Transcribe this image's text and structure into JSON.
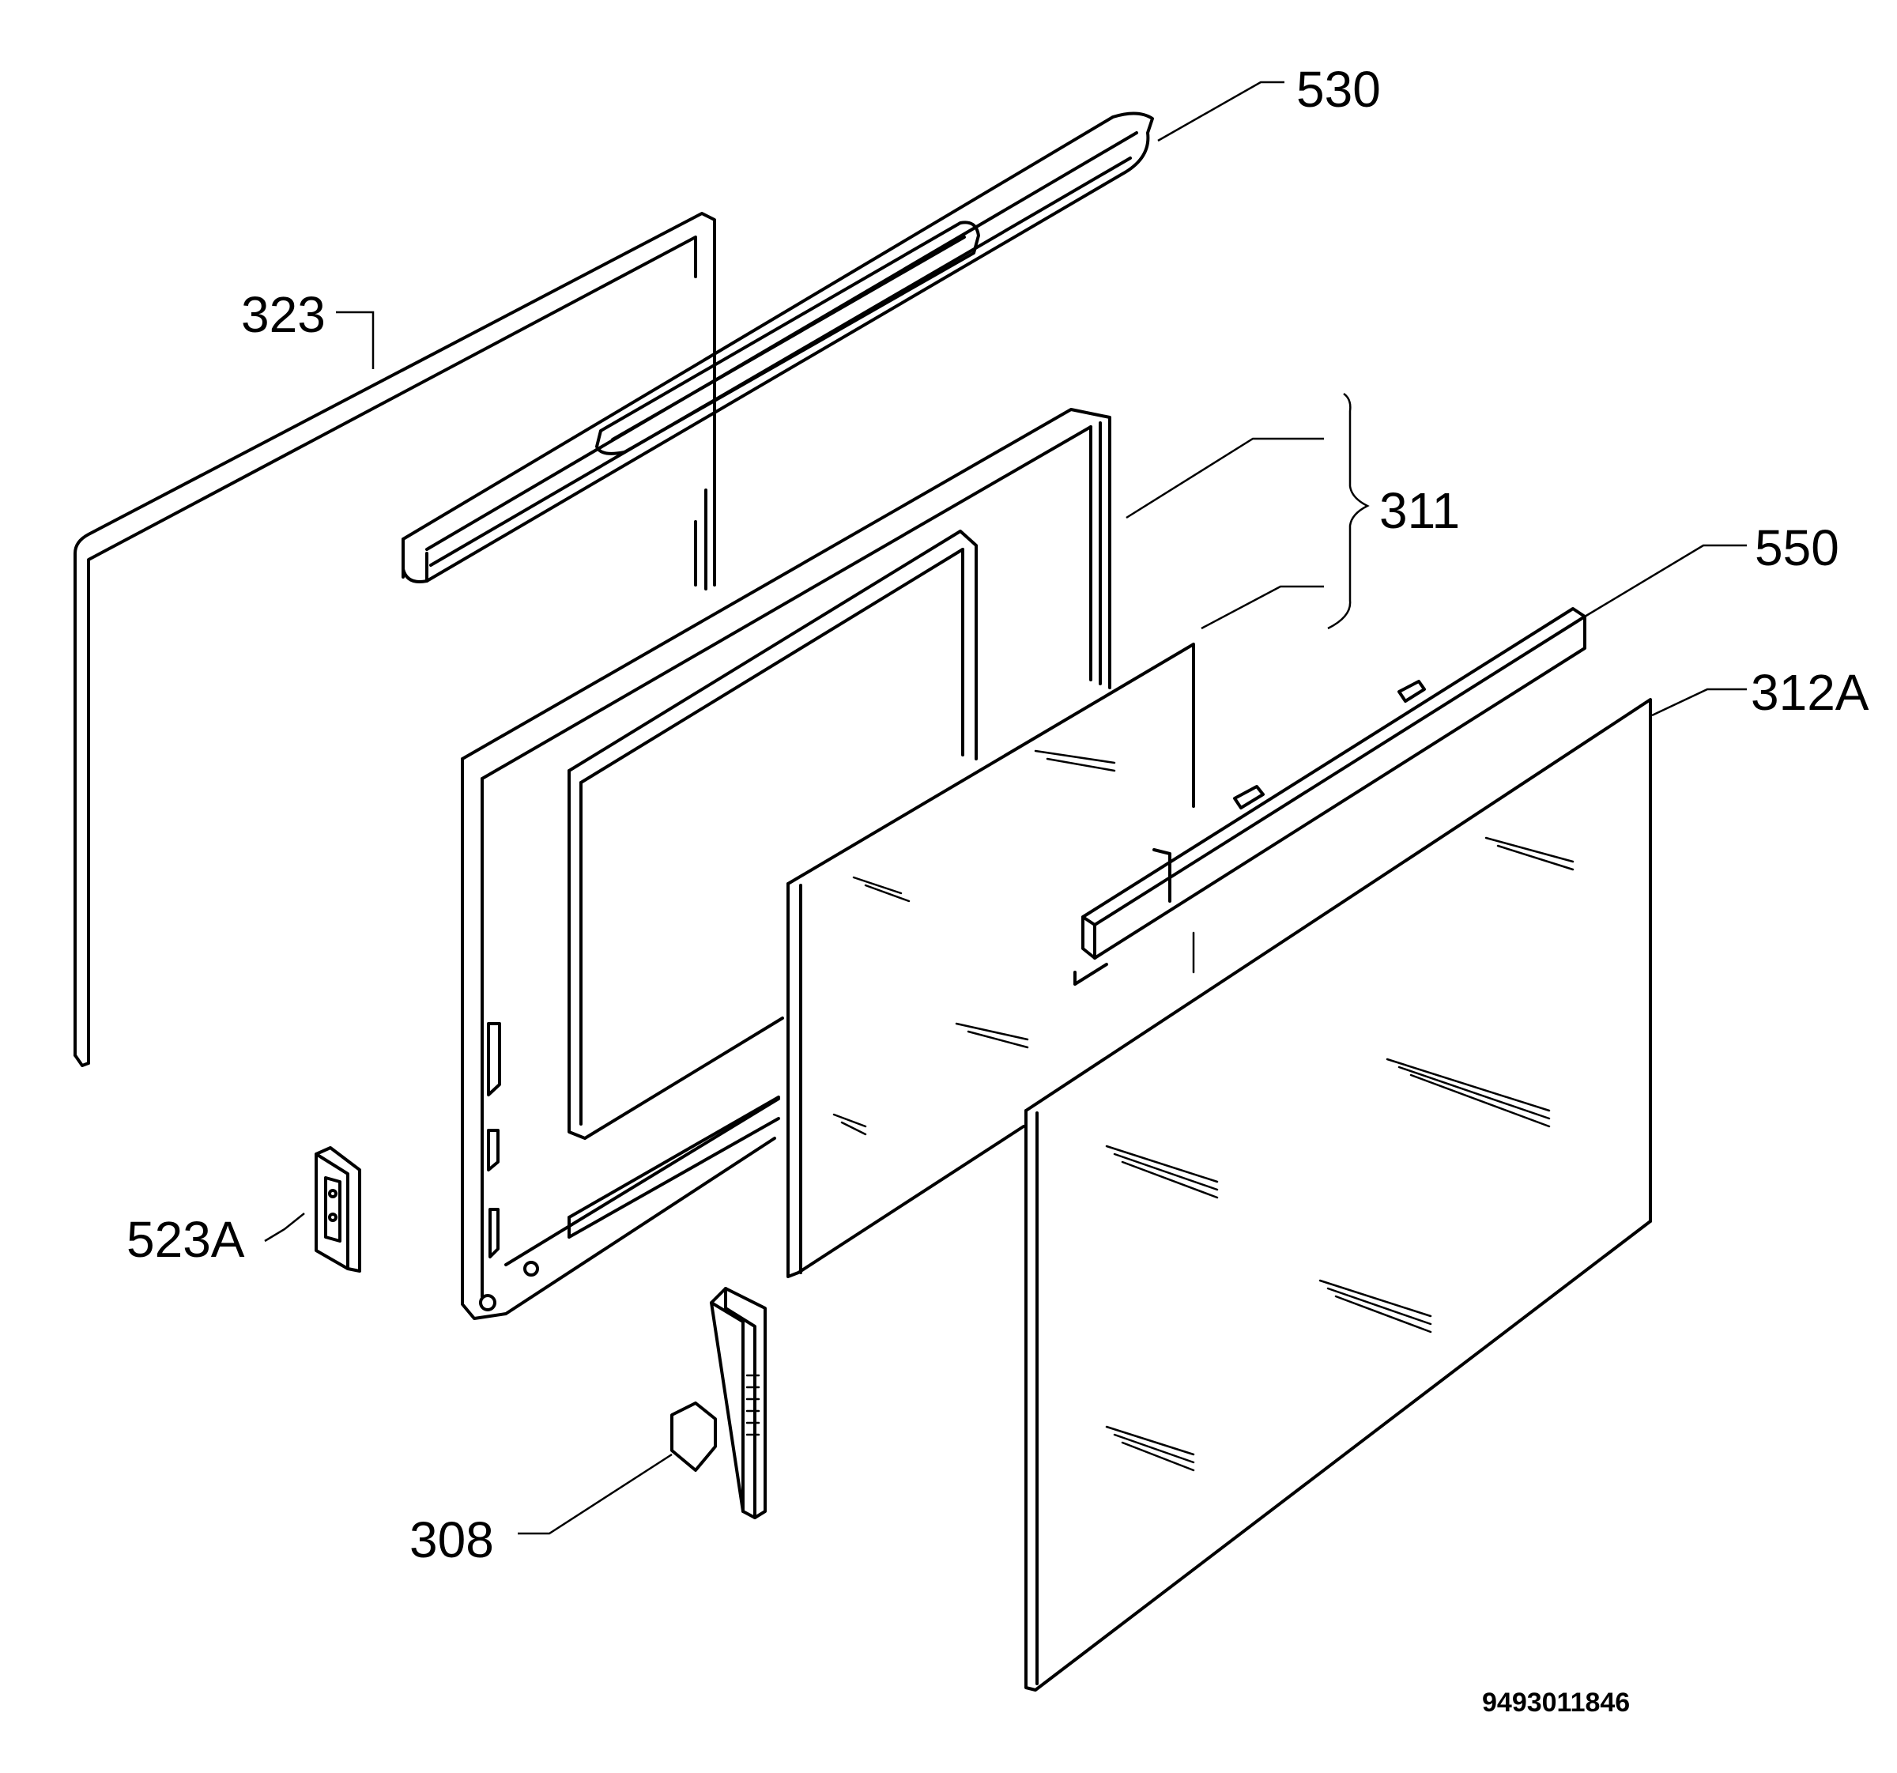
{
  "diagram": {
    "labels": {
      "p530": "530",
      "p323": "323",
      "p311": "311",
      "p550": "550",
      "p312a": "312A",
      "p523a": "523A",
      "p308": "308"
    },
    "code": "9493011846"
  }
}
